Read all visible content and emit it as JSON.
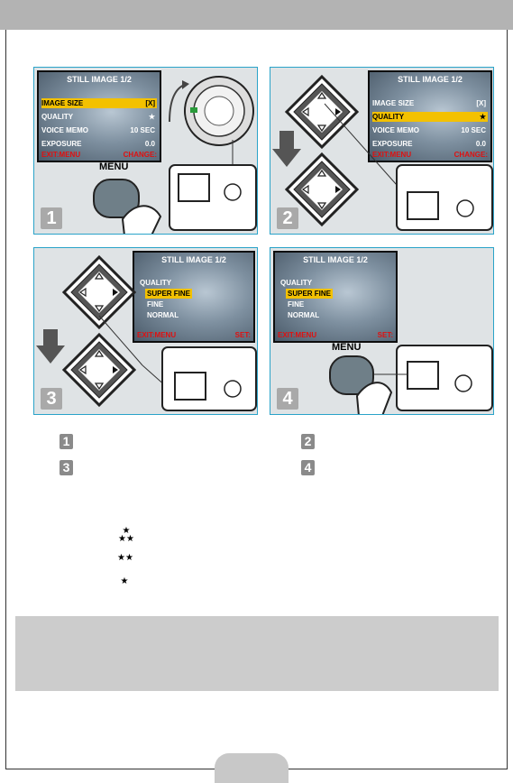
{
  "panels": [
    {
      "step": "1",
      "lcd": {
        "title": "STILL IMAGE 1/2",
        "rows": [
          {
            "label": "IMAGE SIZE",
            "value": "[X]",
            "selected": true
          },
          {
            "label": "QUALITY",
            "value": "★",
            "selected": false
          },
          {
            "label": "VOICE MEMO",
            "value": "10 SEC",
            "selected": false
          },
          {
            "label": "EXPOSURE",
            "value": "0.0",
            "selected": false
          }
        ],
        "exit": "EXIT:MENU",
        "action": "CHANGE:"
      },
      "button_label": "MENU"
    },
    {
      "step": "2",
      "lcd": {
        "title": "STILL IMAGE 1/2",
        "rows": [
          {
            "label": "IMAGE SIZE",
            "value": "[X]",
            "selected": false
          },
          {
            "label": "QUALITY",
            "value": "★",
            "selected": true
          },
          {
            "label": "VOICE MEMO",
            "value": "10 SEC",
            "selected": false
          },
          {
            "label": "EXPOSURE",
            "value": "0.0",
            "selected": false
          }
        ],
        "exit": "EXIT:MENU",
        "action": "CHANGE:"
      }
    },
    {
      "step": "3",
      "lcd": {
        "title": "STILL IMAGE 1/2",
        "heading": "QUALITY",
        "options": [
          "SUPER FINE",
          "FINE",
          "NORMAL"
        ],
        "selected_index": 0,
        "exit": "EXIT:MENU",
        "action": "SET:"
      }
    },
    {
      "step": "4",
      "lcd": {
        "title": "STILL IMAGE 1/2",
        "heading": "QUALITY",
        "options": [
          "SUPER FINE",
          "FINE",
          "NORMAL"
        ],
        "selected_index": 0,
        "exit": "EXIT:MENU",
        "action": "SET:"
      },
      "button_label": "MENU"
    }
  ],
  "legend": [
    "1",
    "2",
    "3",
    "4"
  ],
  "quality_icons": [
    "super-fine-stars",
    "fine-stars",
    "normal-star"
  ],
  "colors": {
    "panel_border": "#2aa3c9",
    "highlight": "#f3c100",
    "footer_text": "#e01010"
  }
}
